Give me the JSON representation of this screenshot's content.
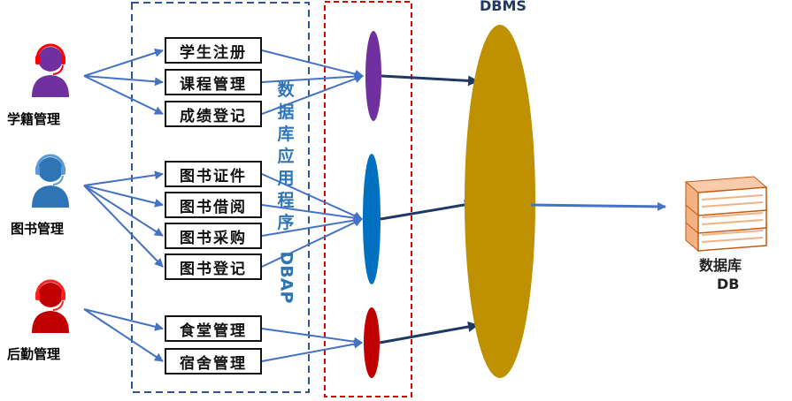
{
  "diagram": {
    "dbms_label": "DBMS",
    "database_label": "数据库",
    "database_abbr": "DB",
    "app_layer_label_chars": [
      "数",
      "据",
      "库",
      "应",
      "用",
      "程",
      "序"
    ],
    "app_layer_label_latin": "DBAP",
    "users": [
      {
        "label": "学籍管理",
        "color": "#7030a0"
      },
      {
        "label": "图书管理",
        "color": "#2e75b6"
      },
      {
        "label": "后勤管理",
        "color": "#c00000"
      }
    ],
    "groups": [
      {
        "apps": [
          "学生注册",
          "课程管理",
          "成绩登记"
        ],
        "connector_color": "#7030a0"
      },
      {
        "apps": [
          "图书证件",
          "图书借阅",
          "图书采购",
          "图书登记"
        ],
        "connector_color": "#0070c0"
      },
      {
        "apps": [
          "食堂管理",
          "宿舍管理"
        ],
        "connector_color": "#c00000"
      }
    ],
    "colors": {
      "dbms": "#bf9000",
      "arrow_light": "#4472c4",
      "arrow_dark": "#1f3864",
      "left_dashed_box": "#2f5597",
      "right_dashed_box": "#e00000",
      "book": "#f4b183"
    }
  }
}
